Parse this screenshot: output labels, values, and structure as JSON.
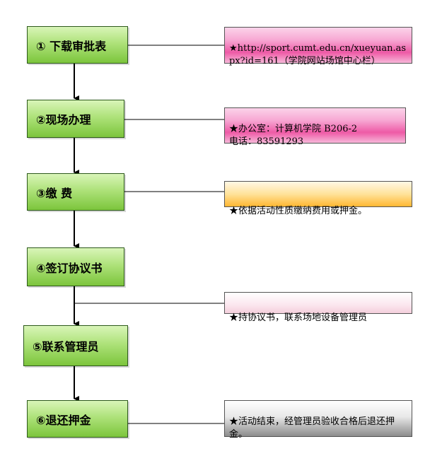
{
  "steps": [
    {
      "label": "① 下载审批表"
    },
    {
      "label": "②现场办理"
    },
    {
      "label": "③缴  费"
    },
    {
      "label": "④签订协议书"
    },
    {
      "label": "⑤联系管理员"
    },
    {
      "label": "⑥退还押金"
    }
  ],
  "notes": [
    {
      "text": "★http://sport.cumt.edu.cn/xueyuan.aspx?id=161（学院网站场馆中心栏）",
      "color": "#ee5aa6"
    },
    {
      "text": "★办公室：计算机学院 B206-2\n          电话：83591293",
      "color": "#ee5aa6"
    },
    {
      "text": "★依据活动性质缴纳费用或押金。",
      "color": "#ffb732"
    },
    {
      "text": "★持协议书，联系场地设备管理员",
      "color": "#f4cfdc"
    },
    {
      "text": "★活动结束，经管理员验收合格后退还押金。",
      "color": "#8c8c8c"
    }
  ],
  "colors": {
    "step_fill": "#aee27a",
    "step_border": "#2d5a1b",
    "line": "#000000"
  }
}
